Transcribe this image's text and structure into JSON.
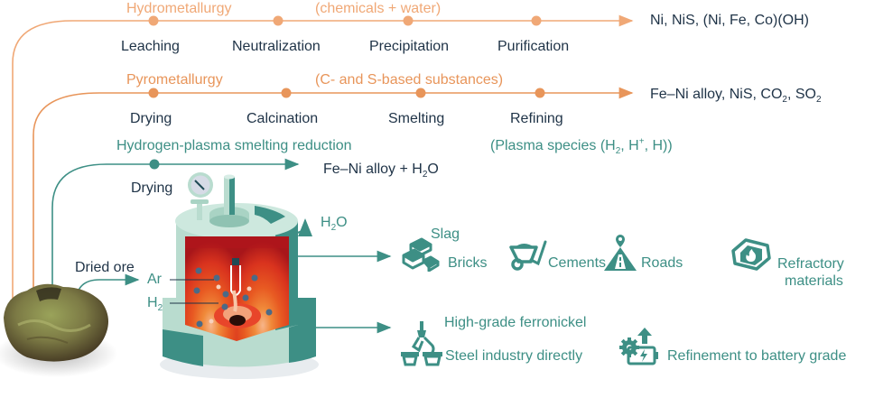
{
  "colors": {
    "hydro": "#f0a876",
    "pyro": "#e8955a",
    "teal": "#3d8f85",
    "dark_text": "#1f3347",
    "furnace_body": "#b9dccf",
    "furnace_dark": "#3d8f85",
    "hot_core": "#d9331e"
  },
  "hydrometallurgy": {
    "title": "Hydrometallurgy",
    "note": "(chemicals + water)",
    "steps": [
      "Leaching",
      "Neutralization",
      "Precipitation",
      "Purification"
    ],
    "product": "Ni, NiS, (Ni, Fe, Co)(OH)"
  },
  "pyrometallurgy": {
    "title": "Pyrometallurgy",
    "note": "(C- and S-based substances)",
    "steps": [
      "Drying",
      "Calcination",
      "Smelting",
      "Refining"
    ],
    "product_prefix": "Fe–Ni alloy, NiS, CO",
    "product_sub1": "2",
    "product_mid": ", SO",
    "product_sub2": "2"
  },
  "hydrogen_plasma": {
    "title": "Hydrogen-plasma smelting reduction",
    "step": "Drying",
    "product_prefix": "Fe–Ni alloy + H",
    "product_sub": "2",
    "product_suffix": "O",
    "plasma_note_prefix": "(Plasma species (H",
    "plasma_note_sub": "2",
    "plasma_note_mid": ", H",
    "plasma_note_sup": "+",
    "plasma_note_suffix": ", H))"
  },
  "furnace": {
    "input_label": "Dried ore",
    "gas_ar": "Ar",
    "gas_h2_prefix": "H",
    "gas_h2_sub": "2",
    "exhaust_prefix": "H",
    "exhaust_sub": "2",
    "exhaust_suffix": "O"
  },
  "slag": {
    "title": "Slag",
    "uses": [
      {
        "label": "Bricks",
        "icon": "bricks-icon"
      },
      {
        "label": "Cements",
        "icon": "wheelbarrow-icon"
      },
      {
        "label": "Roads",
        "icon": "road-icon"
      },
      {
        "label": "Refractory",
        "label2": "materials",
        "icon": "refractory-icon"
      }
    ]
  },
  "ferronickel": {
    "title": "High-grade ferronickel",
    "uses": [
      {
        "label": "Steel industry directly",
        "icon": "steel-crane-icon"
      },
      {
        "label": "Refinement to battery grade",
        "icon": "battery-gear-icon"
      }
    ]
  }
}
